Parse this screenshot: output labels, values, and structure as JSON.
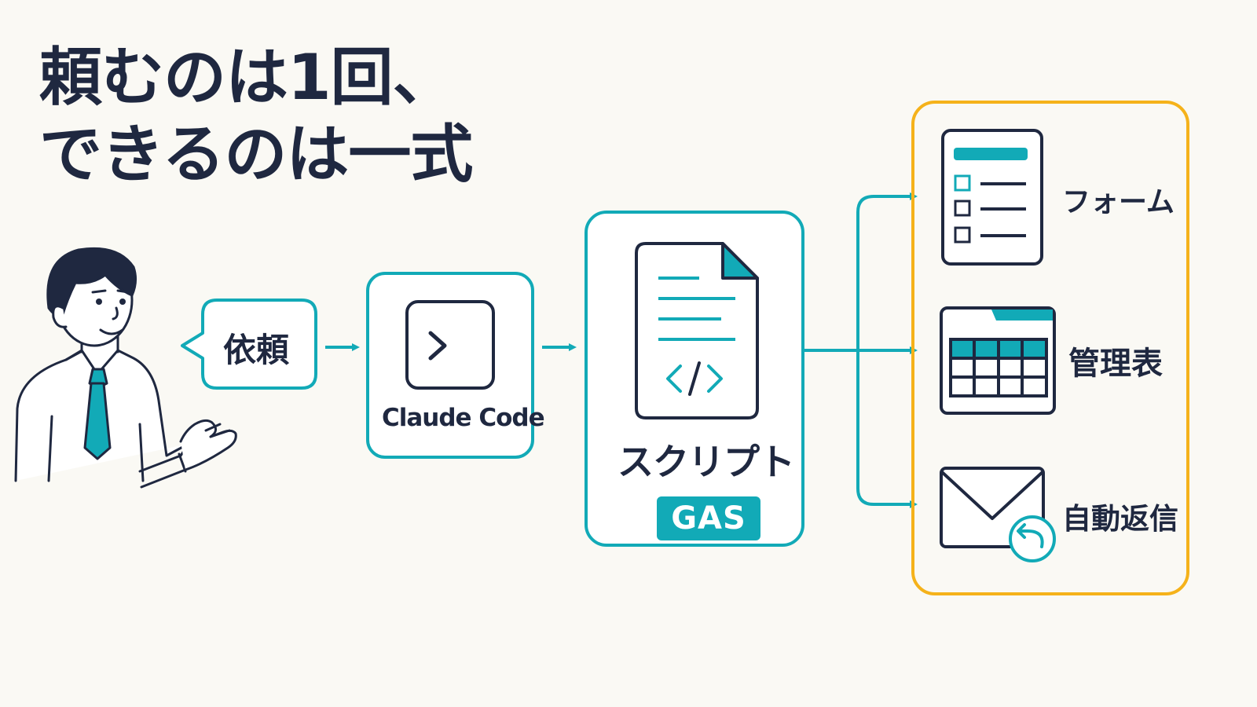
{
  "title": {
    "line1": "頼むのは1回、",
    "line2": "できるのは一式"
  },
  "request_bubble": {
    "label": "依頼"
  },
  "claude_code": {
    "label": "Claude Code"
  },
  "script": {
    "label": "スクリプト",
    "badge": "GAS"
  },
  "outputs": [
    {
      "label": "フォーム",
      "icon": "form-checklist-icon"
    },
    {
      "label": "管理表",
      "icon": "spreadsheet-table-icon"
    },
    {
      "label": "自動返信",
      "icon": "mail-reply-icon"
    }
  ],
  "colors": {
    "teal": "#12aab7",
    "navy": "#1f2840",
    "orange": "#f5b21a",
    "background": "#faf9f4"
  }
}
